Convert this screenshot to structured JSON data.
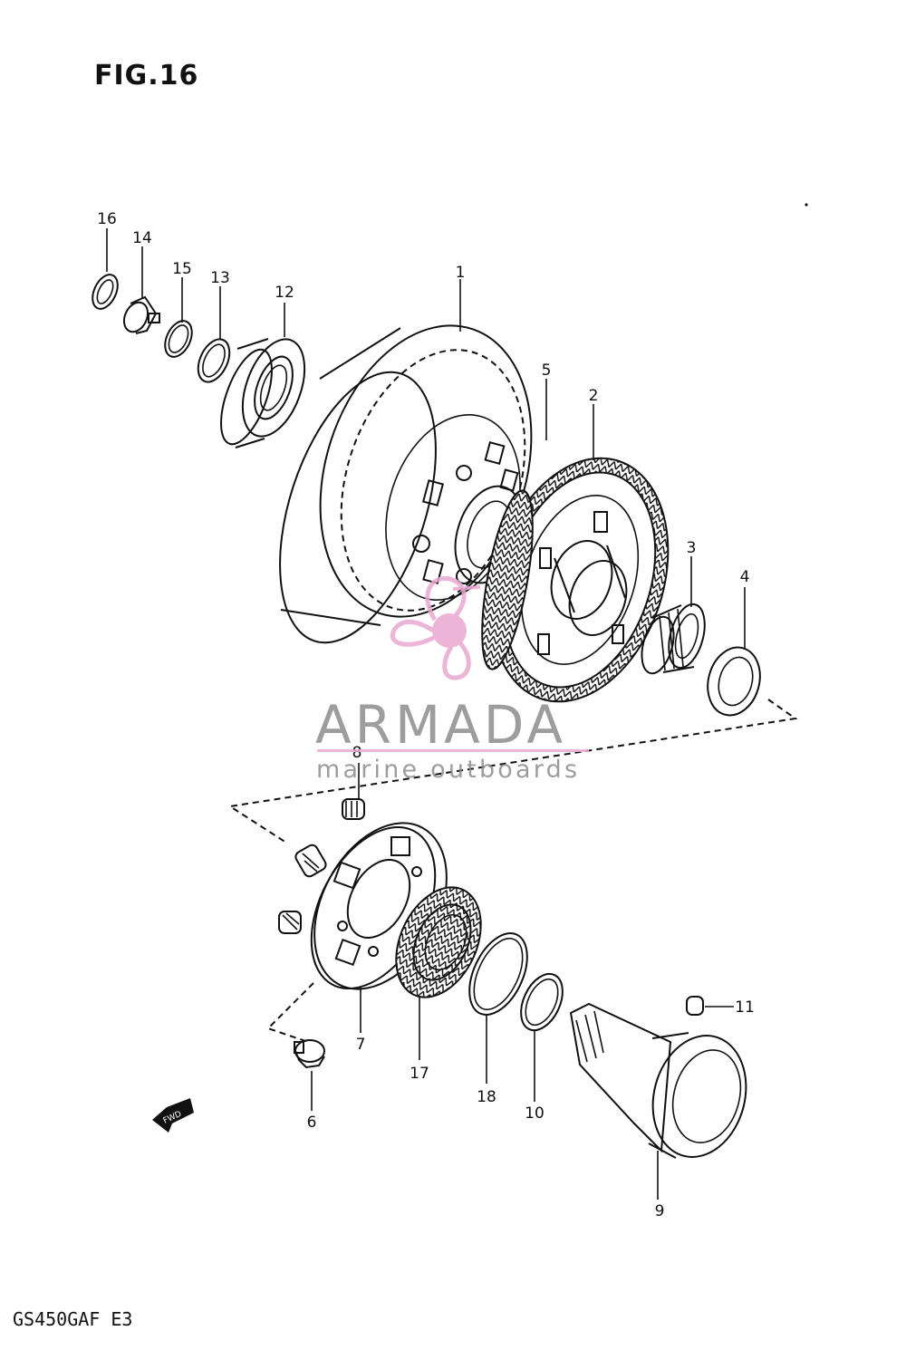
{
  "figure": {
    "title": "FIG.16",
    "model_code": "GS450GAF E3",
    "fwd_marker": "FWD"
  },
  "watermark": {
    "name": "ARMADA",
    "tagline": "marine outboards",
    "color": "#e9a8d0"
  },
  "callouts": [
    "1",
    "2",
    "3",
    "4",
    "5",
    "6",
    "7",
    "8",
    "9",
    "10",
    "11",
    "12",
    "13",
    "14",
    "15",
    "16",
    "17",
    "18"
  ]
}
